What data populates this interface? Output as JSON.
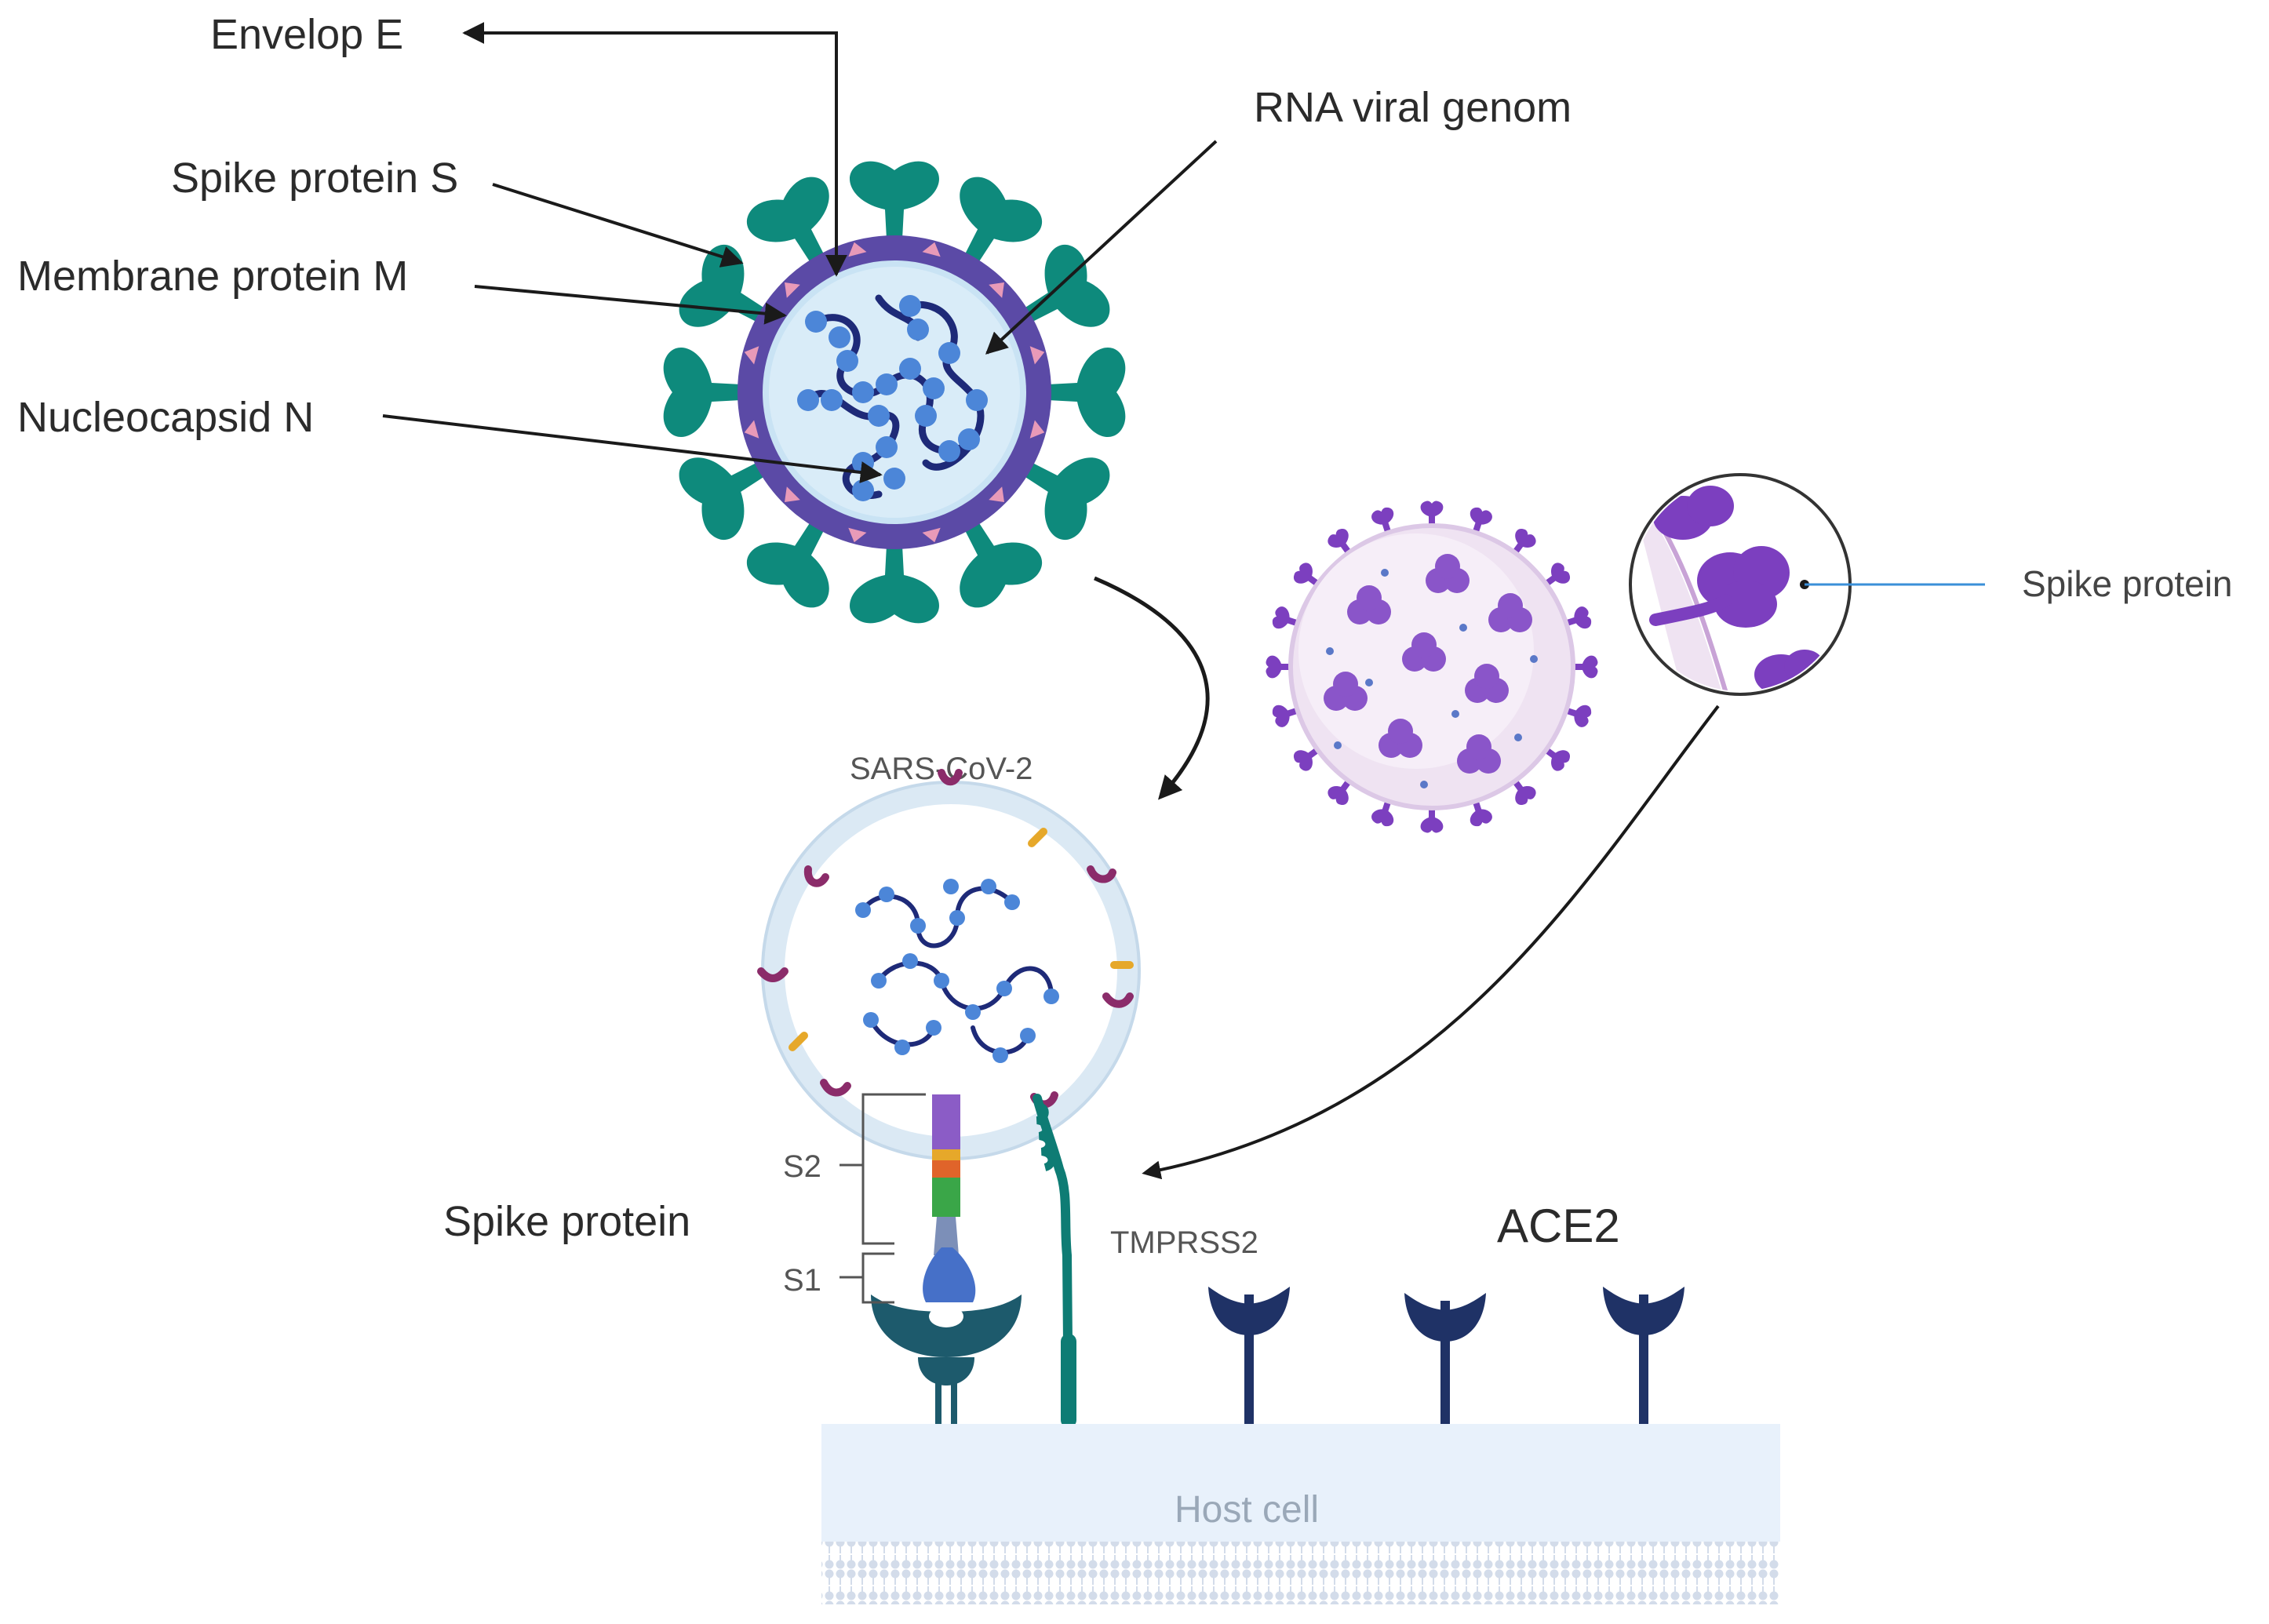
{
  "labels": {
    "envelope": "Envelop E",
    "spike_s": "Spike protein S",
    "membrane": "Membrane protein M",
    "nucleocapsid": "Nucleocapsid N",
    "rna": "RNA viral genom",
    "spike_protein_right": "Spike protein",
    "sars": "SARS-CoV-2",
    "s2": "S2",
    "s1": "S1",
    "spike_protein_left": "Spike protein",
    "tmprss2": "TMPRSS2",
    "ace2": "ACE2",
    "host_cell": "Host cell"
  },
  "colors": {
    "spike_teal": "#0e8a7c",
    "envelope_purple": "#5b4aa6",
    "membrane_pink": "#e89ab8",
    "nucleocapsid_blue": "#4c86d8",
    "rna_navy": "#1e2a78",
    "virion_purple": "#8a55c9",
    "receptor_navy": "#1f3266",
    "host_cell_bg": "#e8f1fb"
  }
}
